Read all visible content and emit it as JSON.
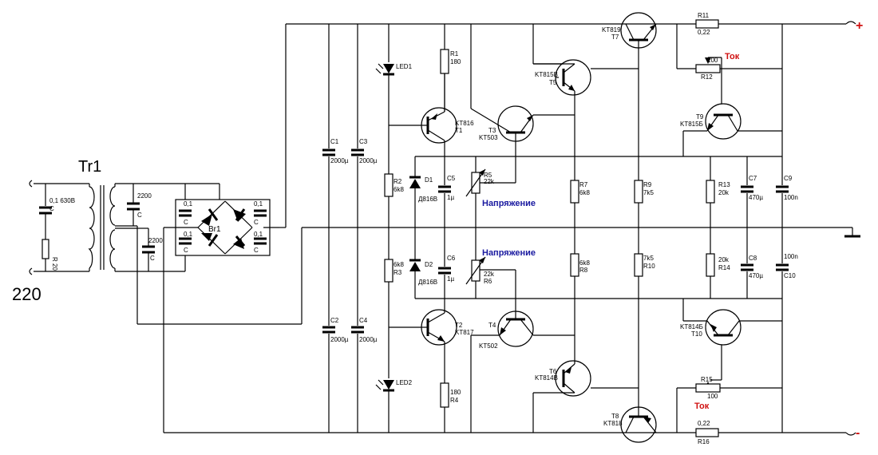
{
  "title": "Tr1",
  "mains": "220",
  "terminals": {
    "plus": "+",
    "minus": "-"
  },
  "notes": {
    "voltage1": "Напряжение",
    "voltage2": "Напряжение",
    "current1": "Ток",
    "current2": "Ток"
  },
  "components": {
    "in_cap": "0,1 630В",
    "in_cap_c": "C",
    "in_res": "R 20",
    "c2200a": "2200",
    "c2200a_c": "C",
    "c2200b": "2200",
    "c2200b_c": "C",
    "br1": "Br1",
    "br_c1": "0,1",
    "br_c2": "0,1",
    "br_c3": "0,1",
    "br_c4": "0,1",
    "br_cc1": "C",
    "br_cc2": "C",
    "br_cc3": "C",
    "br_cc4": "C",
    "c1": "C1",
    "c1v": "2000µ",
    "c2": "C2",
    "c2v": "2000µ",
    "c3": "C3",
    "c3v": "2000µ",
    "c4": "C4",
    "c4v": "2000µ",
    "led1": "LED1",
    "led2": "LED2",
    "r1": "R1",
    "r1v": "180",
    "r2": "R2",
    "r2v": "6k8",
    "r3": "R3",
    "r3v": "6k8",
    "r4": "R4",
    "r4v": "180",
    "d1": "D1",
    "d1v": "Д816В",
    "d2": "D2",
    "d2v": "Д816В",
    "c5": "C5",
    "c5v": "1µ",
    "c6": "C6",
    "c6v": "1µ",
    "r5": "R5",
    "r5v": "22k",
    "r6": "R6",
    "r6v": "22k",
    "t1": "T1",
    "t1v": "KT816",
    "t2": "T2",
    "t2v": "KT817",
    "t3": "T3",
    "t3v": "KT503",
    "t4": "T4",
    "t4v": "KT502",
    "t5": "T5",
    "t5v": "KT815В",
    "t6": "T6",
    "t6v": "KT814В",
    "t7": "T7",
    "t7v": "KT819",
    "t8": "T8",
    "t8v": "KT818",
    "t9": "T9",
    "t9v": "KT815Б",
    "t10": "T10",
    "t10v": "KT814Б",
    "r7": "R7",
    "r7v": "6k8",
    "r8": "R8",
    "r8v": "6k8",
    "r9": "R9",
    "r9v": "7k5",
    "r10": "R10",
    "r10v": "7k5",
    "r11": "R11",
    "r11v": "0,22",
    "r16": "R16",
    "r16v": "0,22",
    "r12": "R12",
    "r12v": "100",
    "r15": "R15",
    "r15v": "100",
    "r13": "R13",
    "r13v": "20k",
    "r14": "R14",
    "r14v": "20k",
    "c7": "C7",
    "c7v": "470µ",
    "c8": "C8",
    "c8v": "470µ",
    "c9": "C9",
    "c9v": "100n",
    "c10": "C10",
    "c10v": "100n"
  }
}
